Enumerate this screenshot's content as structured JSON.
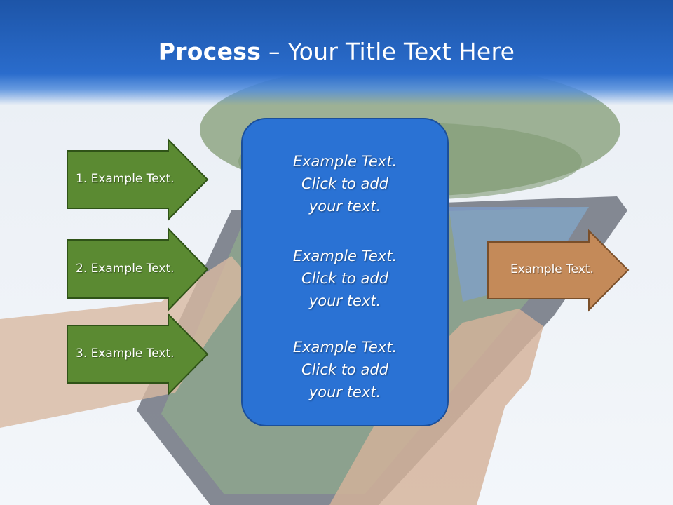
{
  "title": {
    "bold": "Process",
    "dash": " – ",
    "rest": "Your Title Text Here"
  },
  "steps": [
    {
      "label": "1. Example Text."
    },
    {
      "label": "2. Example Text."
    },
    {
      "label": "3. Example Text."
    }
  ],
  "center_box": {
    "paragraphs": [
      [
        "Example Text.",
        "Click  to add",
        "your text."
      ],
      [
        "Example Text.",
        "Click  to add",
        "your text."
      ],
      [
        "Example Text.",
        "Click  to add",
        "your text."
      ]
    ]
  },
  "output": {
    "label": "Example Text."
  },
  "colors": {
    "header_blue": "#2a6ccc",
    "box_blue": "#2a72d4",
    "step_green": "#5b8a32",
    "output_tan": "#c48a59"
  }
}
